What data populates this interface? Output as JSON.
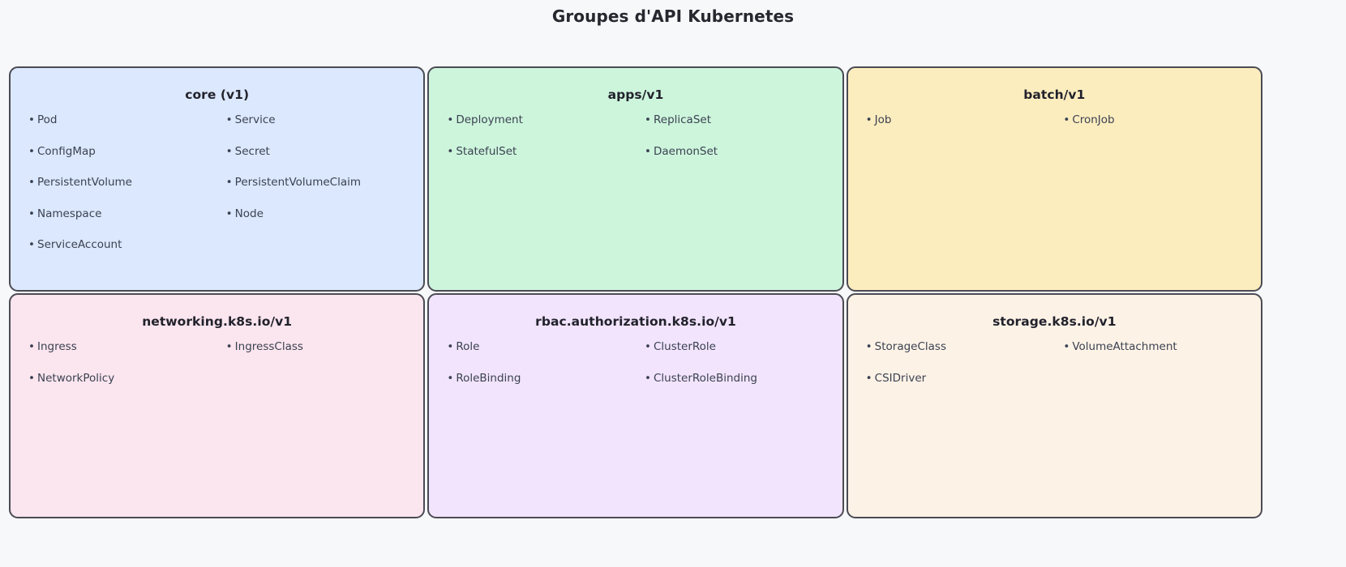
{
  "page": {
    "title": "Groupes d'API Kubernetes",
    "background_color": "#f7f8fa",
    "title_color": "#27272f",
    "border_color": "#4b4b54",
    "text_color": "#3b4252",
    "bullet_glyph": "•"
  },
  "cards": [
    {
      "id": "core-v1",
      "title": "core (v1)",
      "color": "#dbe8fd",
      "items": [
        "Pod",
        "Service",
        "ConfigMap",
        "Secret",
        "PersistentVolume",
        "PersistentVolumeClaim",
        "Namespace",
        "Node",
        "ServiceAccount"
      ]
    },
    {
      "id": "apps-v1",
      "title": "apps/v1",
      "color": "#cdf5dc",
      "items": [
        "Deployment",
        "ReplicaSet",
        "StatefulSet",
        "DaemonSet"
      ]
    },
    {
      "id": "batch-v1",
      "title": "batch/v1",
      "color": "#fcedbf",
      "items": [
        "Job",
        "CronJob"
      ]
    },
    {
      "id": "networking-k8s-io-v1",
      "title": "networking.k8s.io/v1",
      "color": "#fbe5ee",
      "items": [
        "Ingress",
        "IngressClass",
        "NetworkPolicy"
      ]
    },
    {
      "id": "rbac-authorization-k8s-io-v1",
      "title": "rbac.authorization.k8s.io/v1",
      "color": "#f2e4fd",
      "items": [
        "Role",
        "ClusterRole",
        "RoleBinding",
        "ClusterRoleBinding"
      ]
    },
    {
      "id": "storage-k8s-io-v1",
      "title": "storage.k8s.io/v1",
      "color": "#fdf2e6",
      "items": [
        "StorageClass",
        "VolumeAttachment",
        "CSIDriver"
      ]
    }
  ]
}
